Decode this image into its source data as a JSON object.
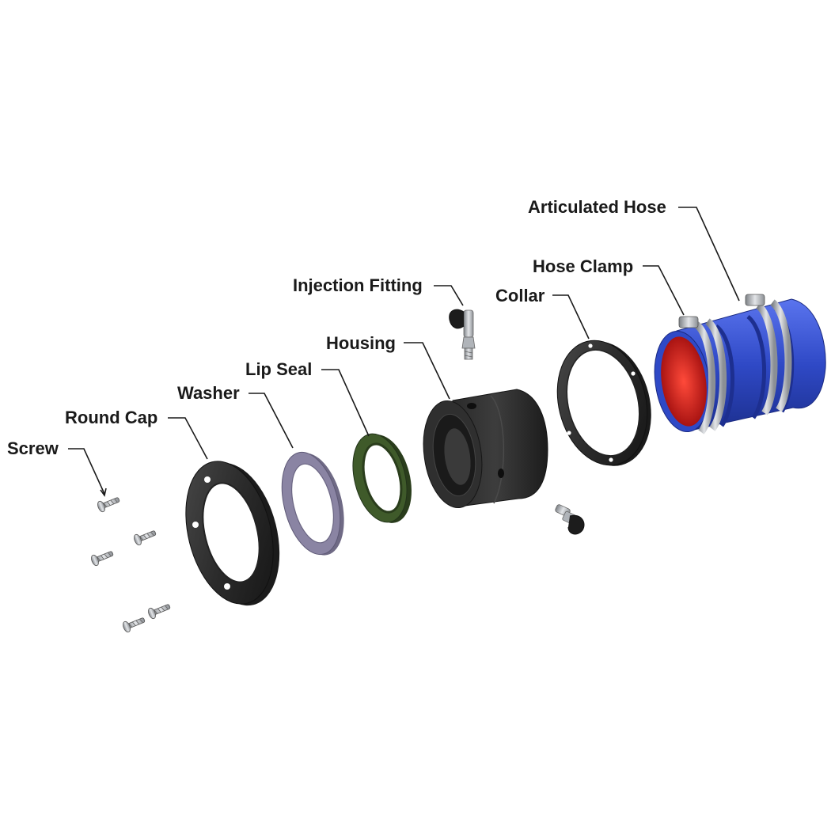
{
  "diagram": {
    "labels": {
      "screw": "Screw",
      "round_cap": "Round Cap",
      "washer": "Washer",
      "lip_seal": "Lip Seal",
      "housing": "Housing",
      "injection_fitting": "Injection Fitting",
      "collar": "Collar",
      "hose_clamp": "Hose Clamp",
      "articulated_hose": "Articulated Hose"
    },
    "colors": {
      "black_parts": "#2a2a2a",
      "washer": "#8a84a3",
      "lip_seal": "#3f5a2a",
      "hose_outer": "#2f49c6",
      "hose_inner": "#c41a1a",
      "clamp_metal": "#a9adb3"
    }
  }
}
